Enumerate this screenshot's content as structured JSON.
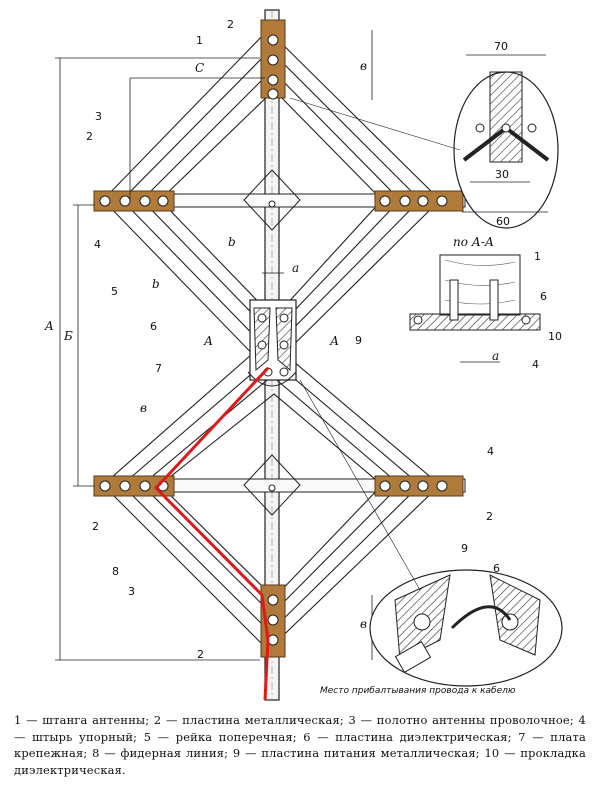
{
  "labels": {
    "n1": "1",
    "n2": "2",
    "n3": "3",
    "n4": "4",
    "n5": "5",
    "n6": "6",
    "n7": "7",
    "n8": "8",
    "n9": "9",
    "n10": "10",
    "A": "A",
    "B": "Б",
    "C": "С",
    "a": "a",
    "b": "b",
    "v": "в",
    "section": "по А-А",
    "dim70": "70",
    "dim30": "30",
    "dim60": "60",
    "cutA": "А"
  },
  "callout_note": "Место прибалтывания провода к кабелю",
  "caption": "1 — штанга антенны; 2 — пластина металлическая; 3 — полотно антенны проволочное; 4 — штырь упорный; 5 — рейка поперечная; 6 — пластина диэлектрическая; 7 — плата крепежная; 8 — фидерная линия; 9 — пластина питания металлическая; 10 — прокладка диэлектрическая.",
  "colors": {
    "feeder": "#e01a1a",
    "wood": "#b07a3a",
    "line": "#222222"
  }
}
